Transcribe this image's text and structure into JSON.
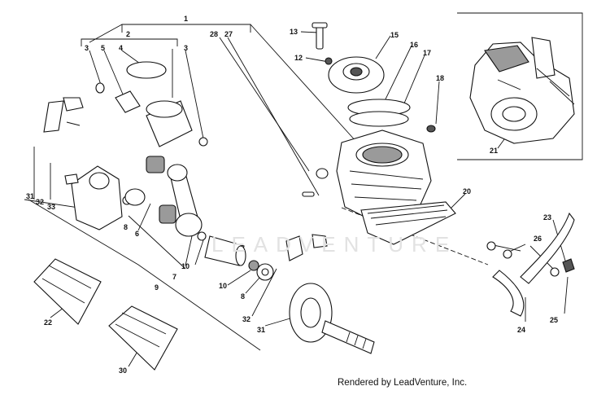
{
  "footer_text": "Rendered by LeadVenture, Inc.",
  "watermark_text": "LEADVENTURE",
  "callouts": [
    {
      "id": "c1",
      "label": "1"
    },
    {
      "id": "c2",
      "label": "2"
    },
    {
      "id": "c3a",
      "label": "3"
    },
    {
      "id": "c3b",
      "label": "3"
    },
    {
      "id": "c4",
      "label": "4"
    },
    {
      "id": "c5",
      "label": "5"
    },
    {
      "id": "c6",
      "label": "6"
    },
    {
      "id": "c7",
      "label": "7"
    },
    {
      "id": "c8a",
      "label": "8"
    },
    {
      "id": "c8b",
      "label": "8"
    },
    {
      "id": "c9",
      "label": "9"
    },
    {
      "id": "c10a",
      "label": "10"
    },
    {
      "id": "c10b",
      "label": "10"
    },
    {
      "id": "c12",
      "label": "12"
    },
    {
      "id": "c13",
      "label": "13"
    },
    {
      "id": "c15",
      "label": "15"
    },
    {
      "id": "c16",
      "label": "16"
    },
    {
      "id": "c17",
      "label": "17"
    },
    {
      "id": "c18",
      "label": "18"
    },
    {
      "id": "c20",
      "label": "20"
    },
    {
      "id": "c21",
      "label": "21"
    },
    {
      "id": "c22",
      "label": "22"
    },
    {
      "id": "c23",
      "label": "23"
    },
    {
      "id": "c24",
      "label": "24"
    },
    {
      "id": "c25",
      "label": "25"
    },
    {
      "id": "c26",
      "label": "26"
    },
    {
      "id": "c27",
      "label": "27"
    },
    {
      "id": "c28",
      "label": "28"
    },
    {
      "id": "c30",
      "label": "30"
    },
    {
      "id": "c31a",
      "label": "31"
    },
    {
      "id": "c31b",
      "label": "31"
    },
    {
      "id": "c32a",
      "label": "32"
    },
    {
      "id": "c32b",
      "label": "32"
    },
    {
      "id": "c33",
      "label": "33"
    }
  ]
}
